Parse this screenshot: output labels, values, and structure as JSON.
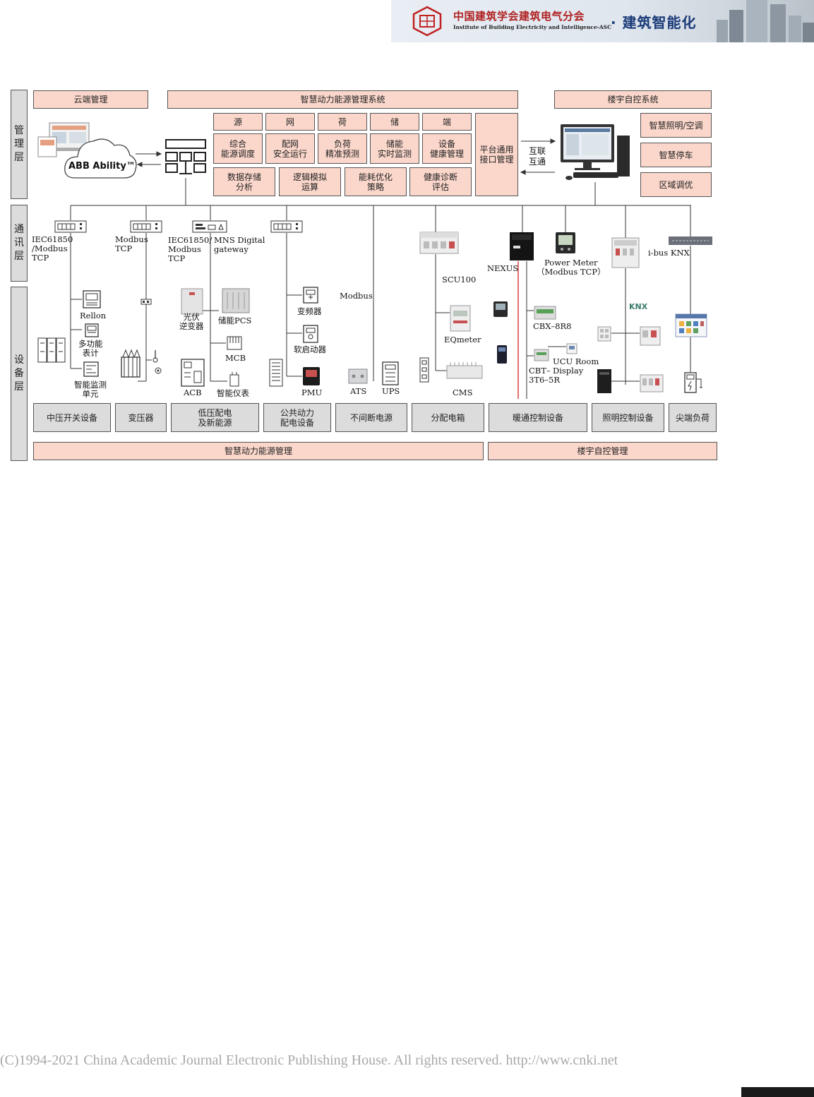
{
  "banner": {
    "title": "中国建筑学会建筑电气分会",
    "subtitle": "Institute of Building Electricity and Intelligence-ASC",
    "tag": "· 建筑智能化"
  },
  "layers": {
    "management": "管\n理\n层",
    "communication": "通\n讯\n层",
    "device": "设\n备\n层"
  },
  "top": {
    "cloud_mgmt": "云端管理",
    "energy_system": "智慧动力能源管理系统",
    "bas_system": "楼宇自控系统",
    "abb_ability": "ABB Ability™"
  },
  "energy_row1": [
    "源",
    "网",
    "荷",
    "储",
    "端"
  ],
  "energy_row2": [
    "综合\n能源调度",
    "配网\n安全运行",
    "负荷\n精准预测",
    "储能\n实时监测",
    "设备\n健康管理"
  ],
  "energy_row3": [
    "数据存储\n分析",
    "逻辑模拟\n运算",
    "能耗优化\n策略",
    "健康诊断\n评估"
  ],
  "platform_interface": "平台通用\n接口管理",
  "interconnect": "互联\n互通",
  "bas_functions": [
    "智慧照明/空调",
    "智慧停车",
    "区域调优"
  ],
  "comm_labels": {
    "iec_modbus_1": "IEC61850\n/Modbus\nTCP",
    "modbus_tcp": "Modbus\nTCP",
    "iec_modbus_2": "IEC61850/\nModbus\nTCP",
    "mns_gateway": "MNS Digital\ngateway",
    "nexus": "NEXUS",
    "power_meter": "Power Meter\n（Modbus TCP）",
    "ibus_knx": "i-bus KNX",
    "knx": "KNX",
    "modbus": "Modbus",
    "scu100": "SCU100"
  },
  "device_labels": {
    "rellon": "Rellon",
    "multifunction_meter": "多功能\n表计",
    "smart_monitor": "智能监测\n单元",
    "pv_inverter": "光伏\n逆变器",
    "storage_pcs": "储能PCS",
    "mcb": "MCB",
    "acb": "ACB",
    "smart_meter": "智能仪表",
    "vfd": "变频器",
    "soft_starter": "软启动器",
    "pmu": "PMU",
    "ats": "ATS",
    "ups": "UPS",
    "eqmeter": "EQmeter",
    "cms": "CMS",
    "cbx": "CBX–8R8",
    "cbt": "CBT–\n3T6–5R",
    "ucu": "UCU Room\n   Display"
  },
  "categories": [
    "中压开关设备",
    "变压器",
    "低压配电\n及新能源",
    "公共动力\n配电设备",
    "不间断电源",
    "分配电箱",
    "暖通控制设备",
    "照明控制设备",
    "尖端负荷"
  ],
  "bottom": {
    "energy_mgmt": "智慧动力能源管理",
    "bas_mgmt": "楼宇自控管理"
  },
  "footer": "(C)1994-2021 China Academic Journal Electronic Publishing House. All rights reserved.    http://www.cnki.net",
  "colors": {
    "pink": "#fbd7cb",
    "grey": "#dcdcdc",
    "red_line": "#d01010",
    "banner_red": "#b02020",
    "banner_blue": "#1a3a78"
  }
}
